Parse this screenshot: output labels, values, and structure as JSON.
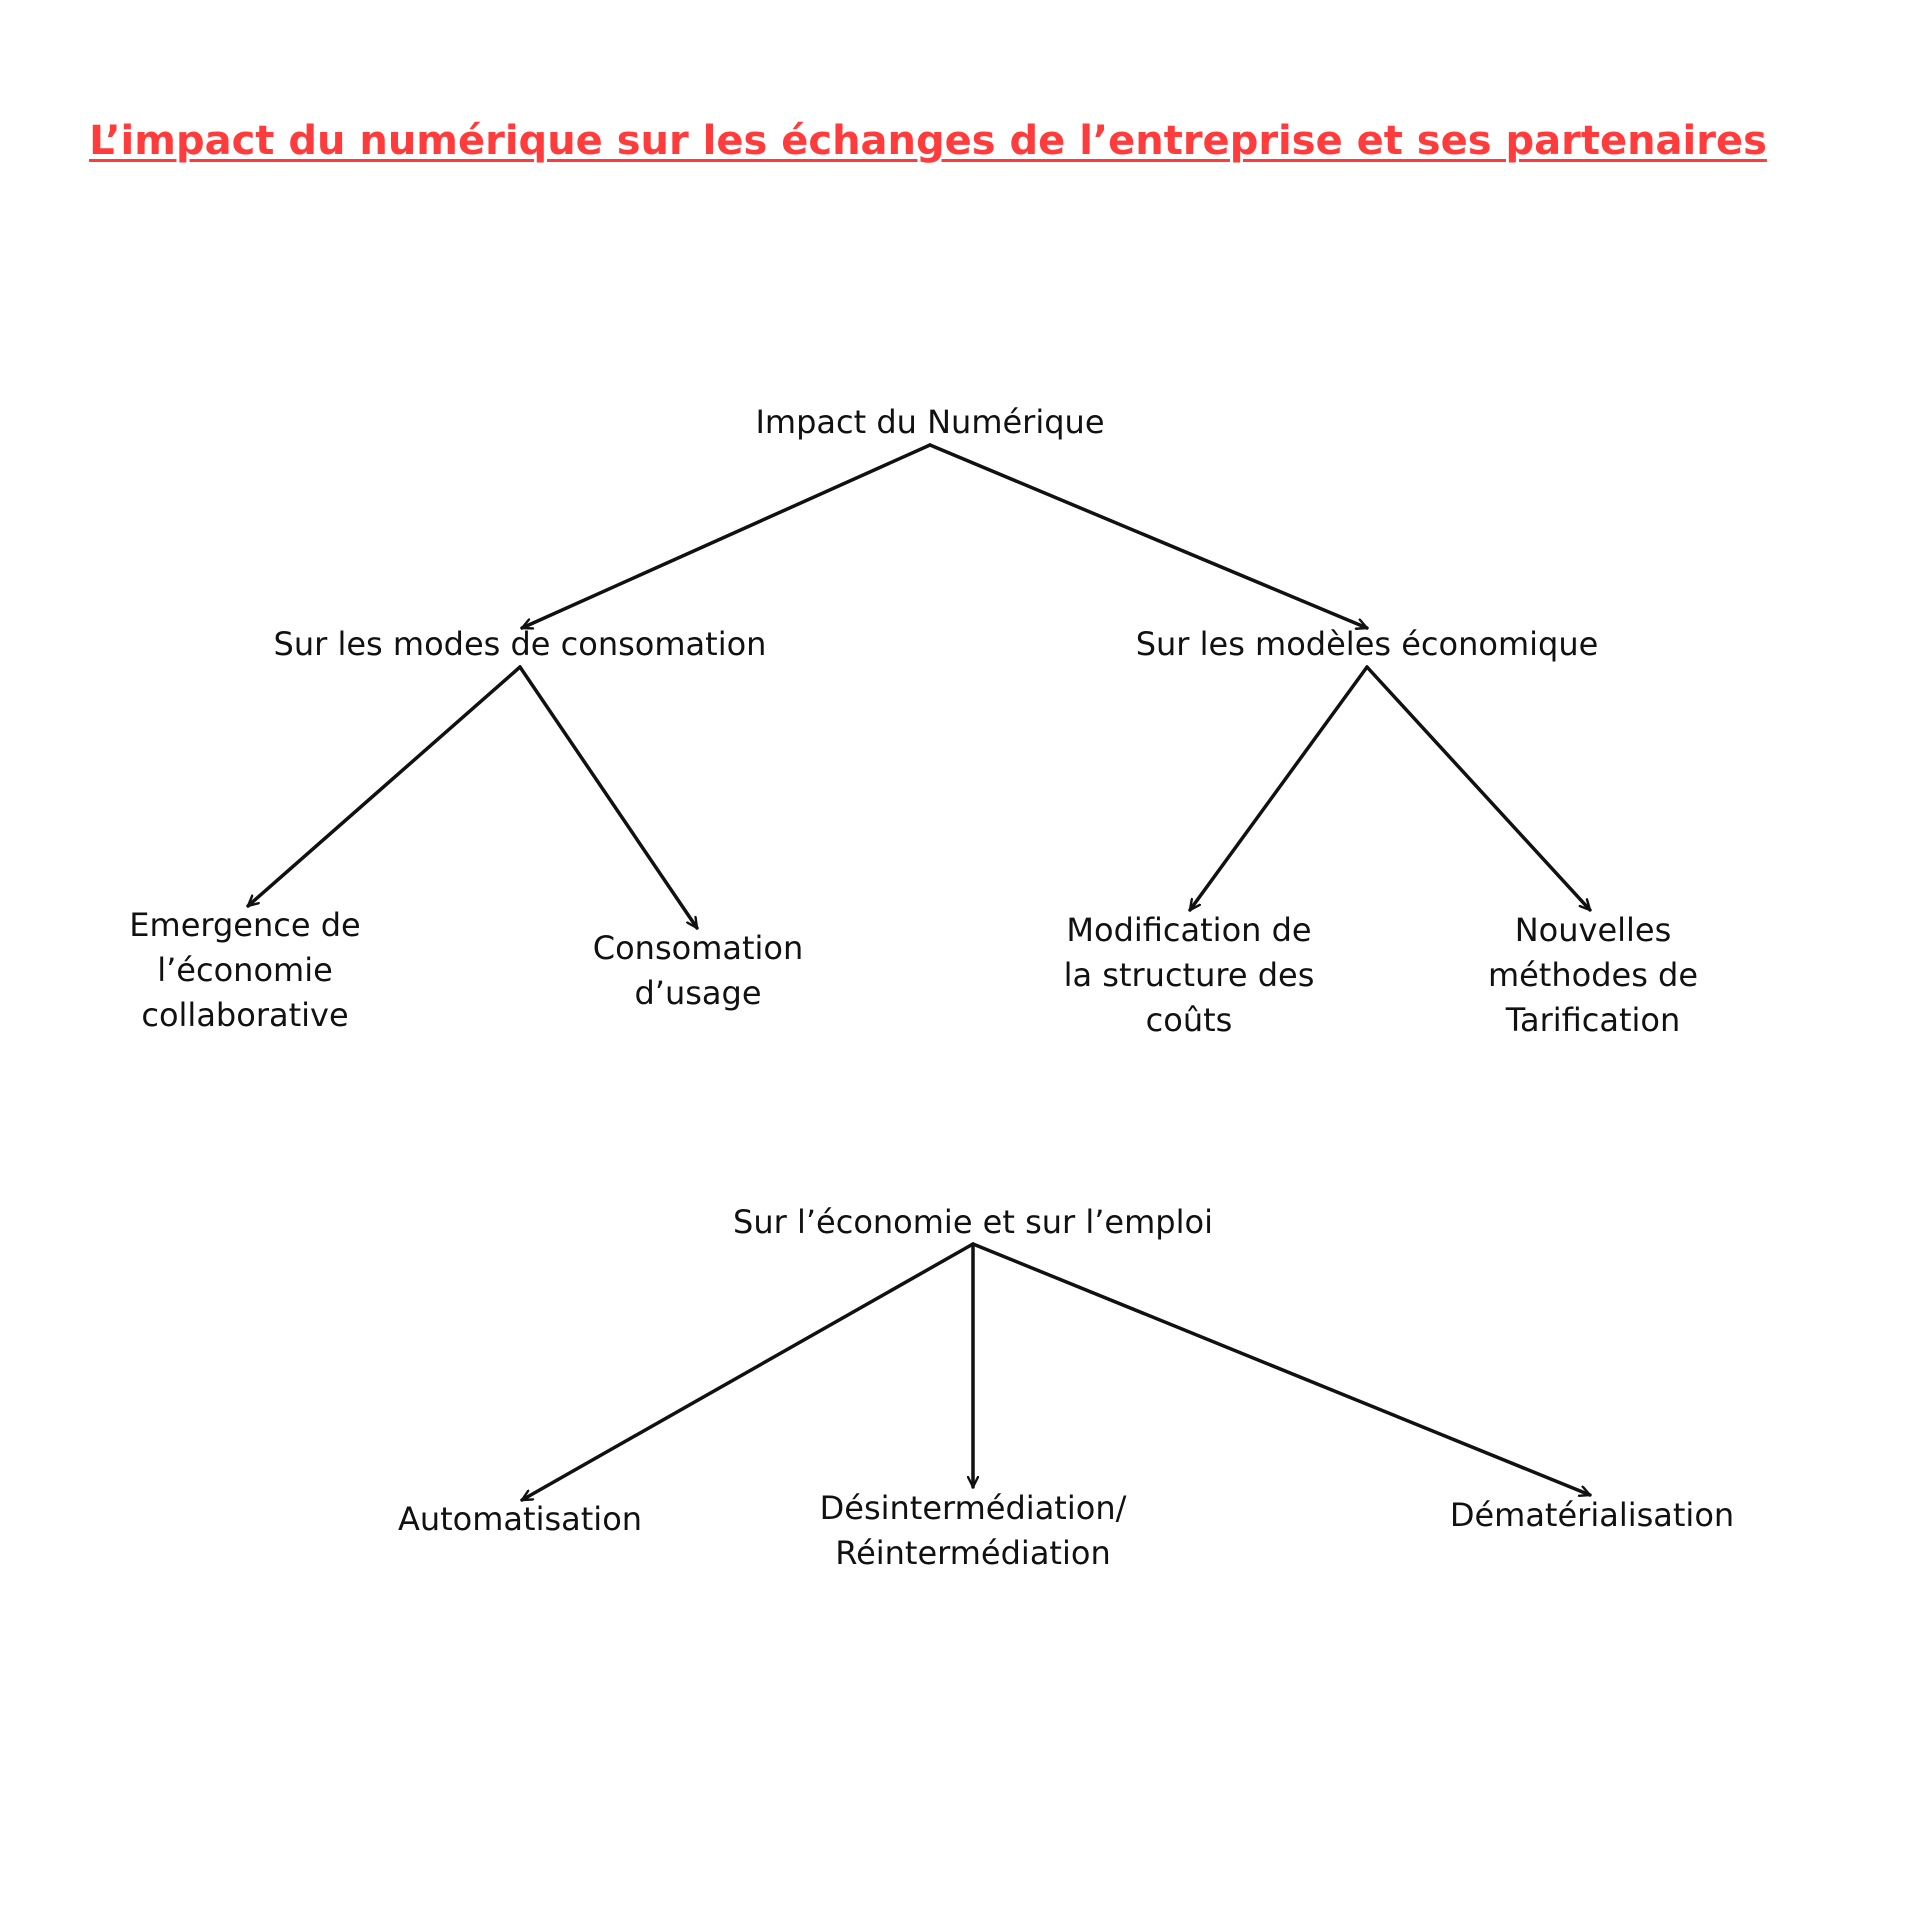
{
  "title": "L’impact du numérique sur les échanges de l’entreprise et ses partenaires",
  "accent_color": "#ff3b3b",
  "nodes": {
    "root": {
      "lines": [
        "Impact du Numérique"
      ]
    },
    "consumption": {
      "lines": [
        "Sur les modes de consomation"
      ]
    },
    "economic_models": {
      "lines": [
        "Sur les modèles économique"
      ]
    },
    "collaborative": {
      "lines": [
        "Emergence de",
        "l’économie",
        "collaborative"
      ]
    },
    "usage": {
      "lines": [
        "Consomation",
        "d’usage"
      ]
    },
    "cost_structure": {
      "lines": [
        "Modification de",
        "la structure des",
        "coûts"
      ]
    },
    "pricing": {
      "lines": [
        "Nouvelles",
        "méthodes de",
        "Tarification"
      ]
    },
    "economy_employment": {
      "lines": [
        "Sur l’économie et sur l’emploi"
      ]
    },
    "automation": {
      "lines": [
        "Automatisation"
      ]
    },
    "disintermediation": {
      "lines": [
        "Désintermédiation/",
        "Réintermédiation"
      ]
    },
    "dematerialization": {
      "lines": [
        "Dématérialisation"
      ]
    }
  },
  "edges": [
    {
      "from": "root",
      "to": "consumption"
    },
    {
      "from": "root",
      "to": "economic_models"
    },
    {
      "from": "consumption",
      "to": "collaborative"
    },
    {
      "from": "consumption",
      "to": "usage"
    },
    {
      "from": "economic_models",
      "to": "cost_structure"
    },
    {
      "from": "economic_models",
      "to": "pricing"
    },
    {
      "from": "economy_employment",
      "to": "automation"
    },
    {
      "from": "economy_employment",
      "to": "disintermediation"
    },
    {
      "from": "economy_employment",
      "to": "dematerialization"
    }
  ]
}
